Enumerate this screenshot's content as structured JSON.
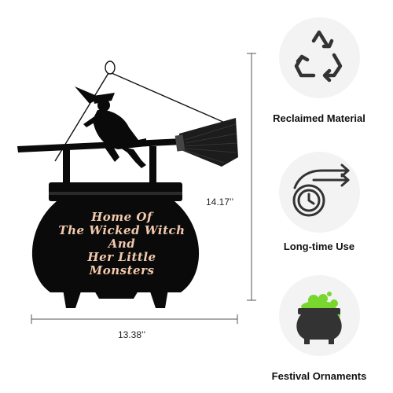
{
  "product": {
    "sign_lines": [
      "Home Of",
      "The Wicked Witch",
      "And",
      "Her Little",
      "Monsters"
    ],
    "text_color": "#f2c9ad",
    "sign_color": "#0a0a0a",
    "height_label": "14.17’’",
    "width_label": "13.38’’"
  },
  "features": [
    {
      "label": "Reclaimed Material",
      "icon": "recycle-icon"
    },
    {
      "label": "Long-time Use",
      "icon": "clock-arrow-icon"
    },
    {
      "label": "Festival Ornaments",
      "icon": "cauldron-icon"
    }
  ],
  "colors": {
    "icon_stroke": "#333333",
    "circle_bg": "#f3f3f3",
    "potion_green": "#79d62f"
  }
}
